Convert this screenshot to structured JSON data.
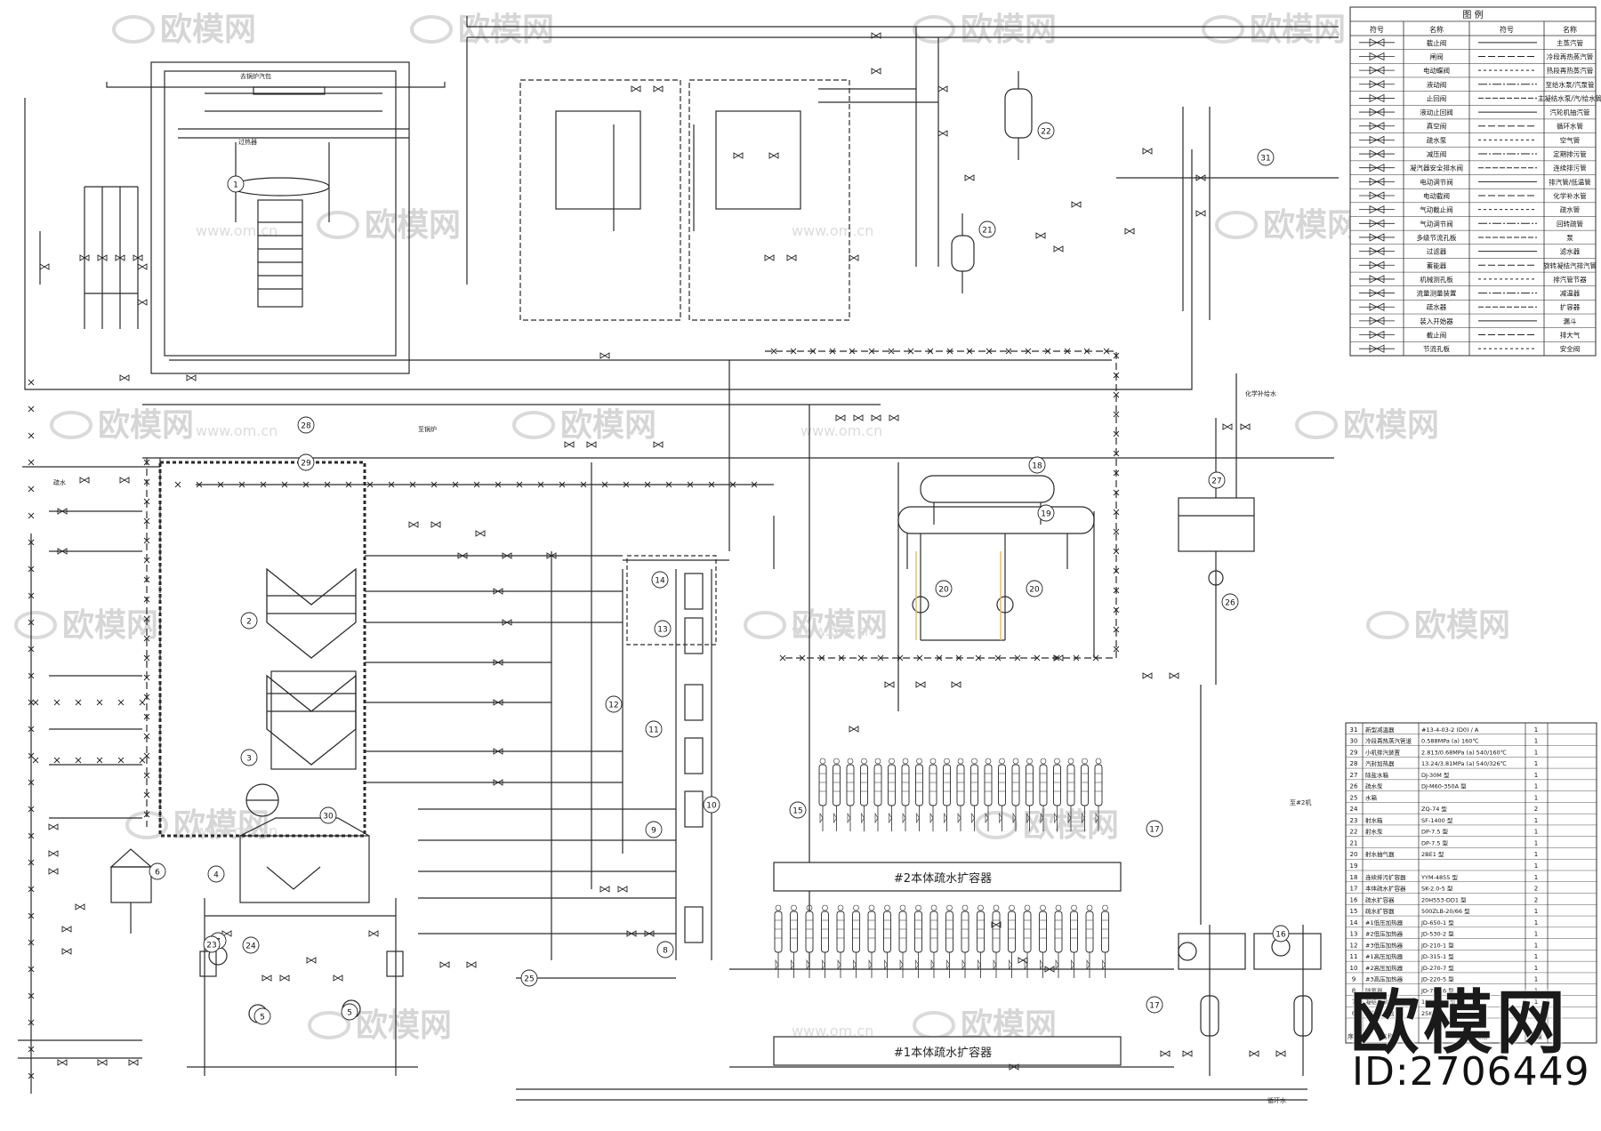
{
  "legend": {
    "title": "图 例",
    "headers": [
      "符号",
      "名称",
      "符号",
      "名称"
    ],
    "rows": [
      [
        "截止阀",
        "主蒸汽管"
      ],
      [
        "闸阀",
        "冷段再热蒸汽管"
      ],
      [
        "电动蝶阀",
        "热段再热蒸汽管"
      ],
      [
        "液动阀",
        "至给水泵/汽泵管"
      ],
      [
        "止回阀",
        "主凝结水泵/汽/给水管"
      ],
      [
        "液动止回阀",
        "汽轮机抽汽管"
      ],
      [
        "真空阀",
        "循环水管"
      ],
      [
        "疏水泵",
        "空气管"
      ],
      [
        "减压阀",
        "定期排污管"
      ],
      [
        "凝汽器安全排水阀",
        "连续排污管"
      ],
      [
        "电动调节阀",
        "排汽管/低温管"
      ],
      [
        "电动截阀",
        "化学补水管"
      ],
      [
        "气动截止阀",
        "疏水管"
      ],
      [
        "气动调节阀",
        "回转疏管"
      ],
      [
        "多级节流孔板",
        "泵"
      ],
      [
        "过滤器",
        "滤水器"
      ],
      [
        "蓄能器",
        "旋转凝结汽排汽管"
      ],
      [
        "机械测孔板",
        "排汽管节器"
      ],
      [
        "流量测量装置",
        "减温器"
      ],
      [
        "疏水器",
        "扩容器"
      ],
      [
        "装入开始器",
        "漏斗"
      ],
      [
        "截止阀",
        "排大气"
      ],
      [
        "节流孔板",
        "安全阀"
      ]
    ]
  },
  "equipment_table": {
    "rows": [
      [
        "31",
        "新型减温器",
        "#13-4-03-2 (D0) / A",
        "1"
      ],
      [
        "30",
        "冷段再热蒸汽管道",
        "0.588MPa (a) 160℃",
        "1"
      ],
      [
        "29",
        "小机排汽装置",
        "2.813/0.68MPa (a) 540/160℃",
        "1"
      ],
      [
        "28",
        "汽封加热器",
        "13.24/3.81MPa (a) 540/326℃",
        "1"
      ],
      [
        "27",
        "除盐水箱",
        "DJ-30M 型",
        "1"
      ],
      [
        "26",
        "疏水泵",
        "DJ-M60-350A 型",
        "1"
      ],
      [
        "25",
        "水箱",
        "",
        "1"
      ],
      [
        "24",
        "",
        "ZQ-74 型",
        "2"
      ],
      [
        "23",
        "射水箱",
        "SF-1400 型",
        "1"
      ],
      [
        "22",
        "射水泵",
        "DP-7.5 型",
        "1"
      ],
      [
        "21",
        "",
        "DP-7.5 型",
        "1"
      ],
      [
        "20",
        "射水抽气器",
        "2BE1 型",
        "1"
      ],
      [
        "19",
        "",
        "",
        "1"
      ],
      [
        "18",
        "连续排污扩容器",
        "YYM-4855 型",
        "1"
      ],
      [
        "17",
        "本体疏水扩容器",
        "SK-2.0-5 型",
        "2"
      ],
      [
        "16",
        "疏水扩容器",
        "20H553-DD1 型",
        "2"
      ],
      [
        "15",
        "疏水扩容器",
        "500ZLB-20/66 型",
        "1"
      ],
      [
        "14",
        "#1低压加热器",
        "JD-650-1 型",
        "1"
      ],
      [
        "13",
        "#2低压加热器",
        "JD-530-2 型",
        "1"
      ],
      [
        "12",
        "#3低压加热器",
        "JD-210-1 型",
        "1"
      ],
      [
        "11",
        "#1高压加热器",
        "JD-315-1 型",
        "1"
      ],
      [
        "10",
        "#2高压加热器",
        "JD-270-7 型",
        "1"
      ],
      [
        "9",
        "#3高压加热器",
        "JD-220-5 型",
        "1"
      ],
      [
        "8",
        "除氧器",
        "JD-70-16 型",
        "1"
      ],
      [
        "7",
        "凝结水泵",
        "125JQ-65 型",
        "1"
      ],
      [
        "6",
        "汽封冷却器",
        "25K-7",
        "1"
      ]
    ],
    "footer": [
      "序号",
      "名称",
      "型号及规范",
      "数量"
    ]
  },
  "labels": {
    "tank17_upper": "#2本体疏水扩容器",
    "tank17_lower": "#1本体疏水扩容器",
    "boiler_top": "去锅炉汽包",
    "heater_label": "过热器",
    "to_boiler": "至锅炉",
    "makeup_water": "化学补给水",
    "to_other": "至#2机",
    "drain_left": "疏水",
    "cooling_water": "循环水"
  },
  "watermark": {
    "brand": "欧模网",
    "url": "www.om.cn"
  },
  "branding": {
    "name": "欧模网",
    "id": "ID:2706449"
  },
  "colors": {
    "line": "#2a2a2a",
    "accent": "#e0c070",
    "watermark": "#d6d6d6"
  }
}
